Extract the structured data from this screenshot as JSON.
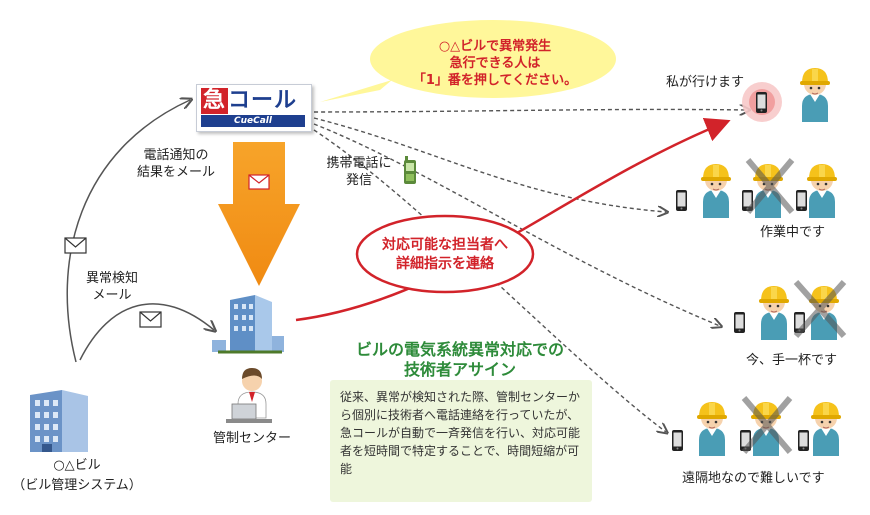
{
  "logo": {
    "kanji": "急",
    "word": "コール",
    "sub": "CueCall"
  },
  "bubble": {
    "line1": "○△ビルで異常発生",
    "line2": "急行できる人は",
    "line3": "「1」番を押してください。"
  },
  "labels": {
    "phone_result_1": "電話通知の",
    "phone_result_2": "結果をメール",
    "anomaly_1": "異常検知",
    "anomaly_2": "メール",
    "mobile_1": "携帯電話に",
    "mobile_2": "発信",
    "building_1": "○△ビル",
    "building_2": "（ビル管理システム）",
    "center": "管制センター"
  },
  "oval": {
    "line1": "対応可能な担当者へ",
    "line2": "詳細指示を連絡"
  },
  "title": {
    "line1": "ビルの電気系統異常対応での",
    "line2": "技術者アサイン"
  },
  "note": "従来、異常が検知された際、管制センターから個別に技術者へ電話連絡を行っていたが、急コールが自動で一斉発信を行い、対応可能者を短時間で特定することで、時間短縮が可能",
  "responses": {
    "r1": "私が行けます",
    "r2": "作業中です",
    "r3": "今、手一杯です",
    "r4": "遠隔地なので難しいです"
  },
  "colors": {
    "red": "#d2232a",
    "navy": "#1e3f8f",
    "orange": "#f39a1e",
    "green": "#2e8b3a",
    "note_bg": "#eef6dc",
    "bubble": "#fff79a"
  }
}
